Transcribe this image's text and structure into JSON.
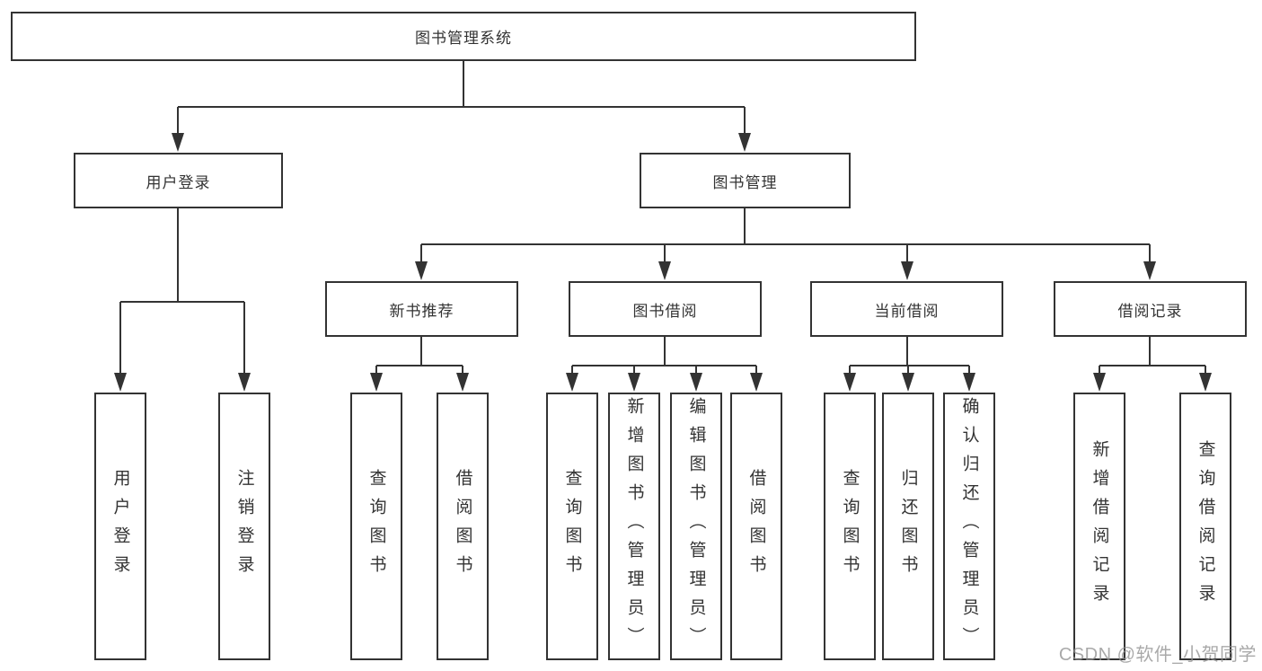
{
  "diagram": {
    "tree": {
      "label": "图书管理系统",
      "children": [
        {
          "label": "用户登录",
          "children": [
            {
              "label": "用户登录"
            },
            {
              "label": "注销登录"
            }
          ]
        },
        {
          "label": "图书管理",
          "children": [
            {
              "label": "新书推荐",
              "children": [
                {
                  "label": "查询图书"
                },
                {
                  "label": "借阅图书"
                }
              ]
            },
            {
              "label": "图书借阅",
              "children": [
                {
                  "label": "查询图书"
                },
                {
                  "label": "新增图书（管理员）"
                },
                {
                  "label": "编辑图书（管理员）"
                },
                {
                  "label": "借阅图书"
                }
              ]
            },
            {
              "label": "当前借阅",
              "children": [
                {
                  "label": "查询图书"
                },
                {
                  "label": "归还图书"
                },
                {
                  "label": "确认归还（管理员）"
                }
              ]
            },
            {
              "label": "借阅记录",
              "children": [
                {
                  "label": "新增借阅记录"
                },
                {
                  "label": "查询借阅记录"
                }
              ]
            }
          ]
        }
      ]
    },
    "colors": {
      "line": "#333333",
      "box_border": "#333333",
      "text": "#333333",
      "background": "#ffffff",
      "watermark_gray": "#919191"
    }
  },
  "watermark": {
    "text": "CSDN @软件_小贺同学"
  }
}
